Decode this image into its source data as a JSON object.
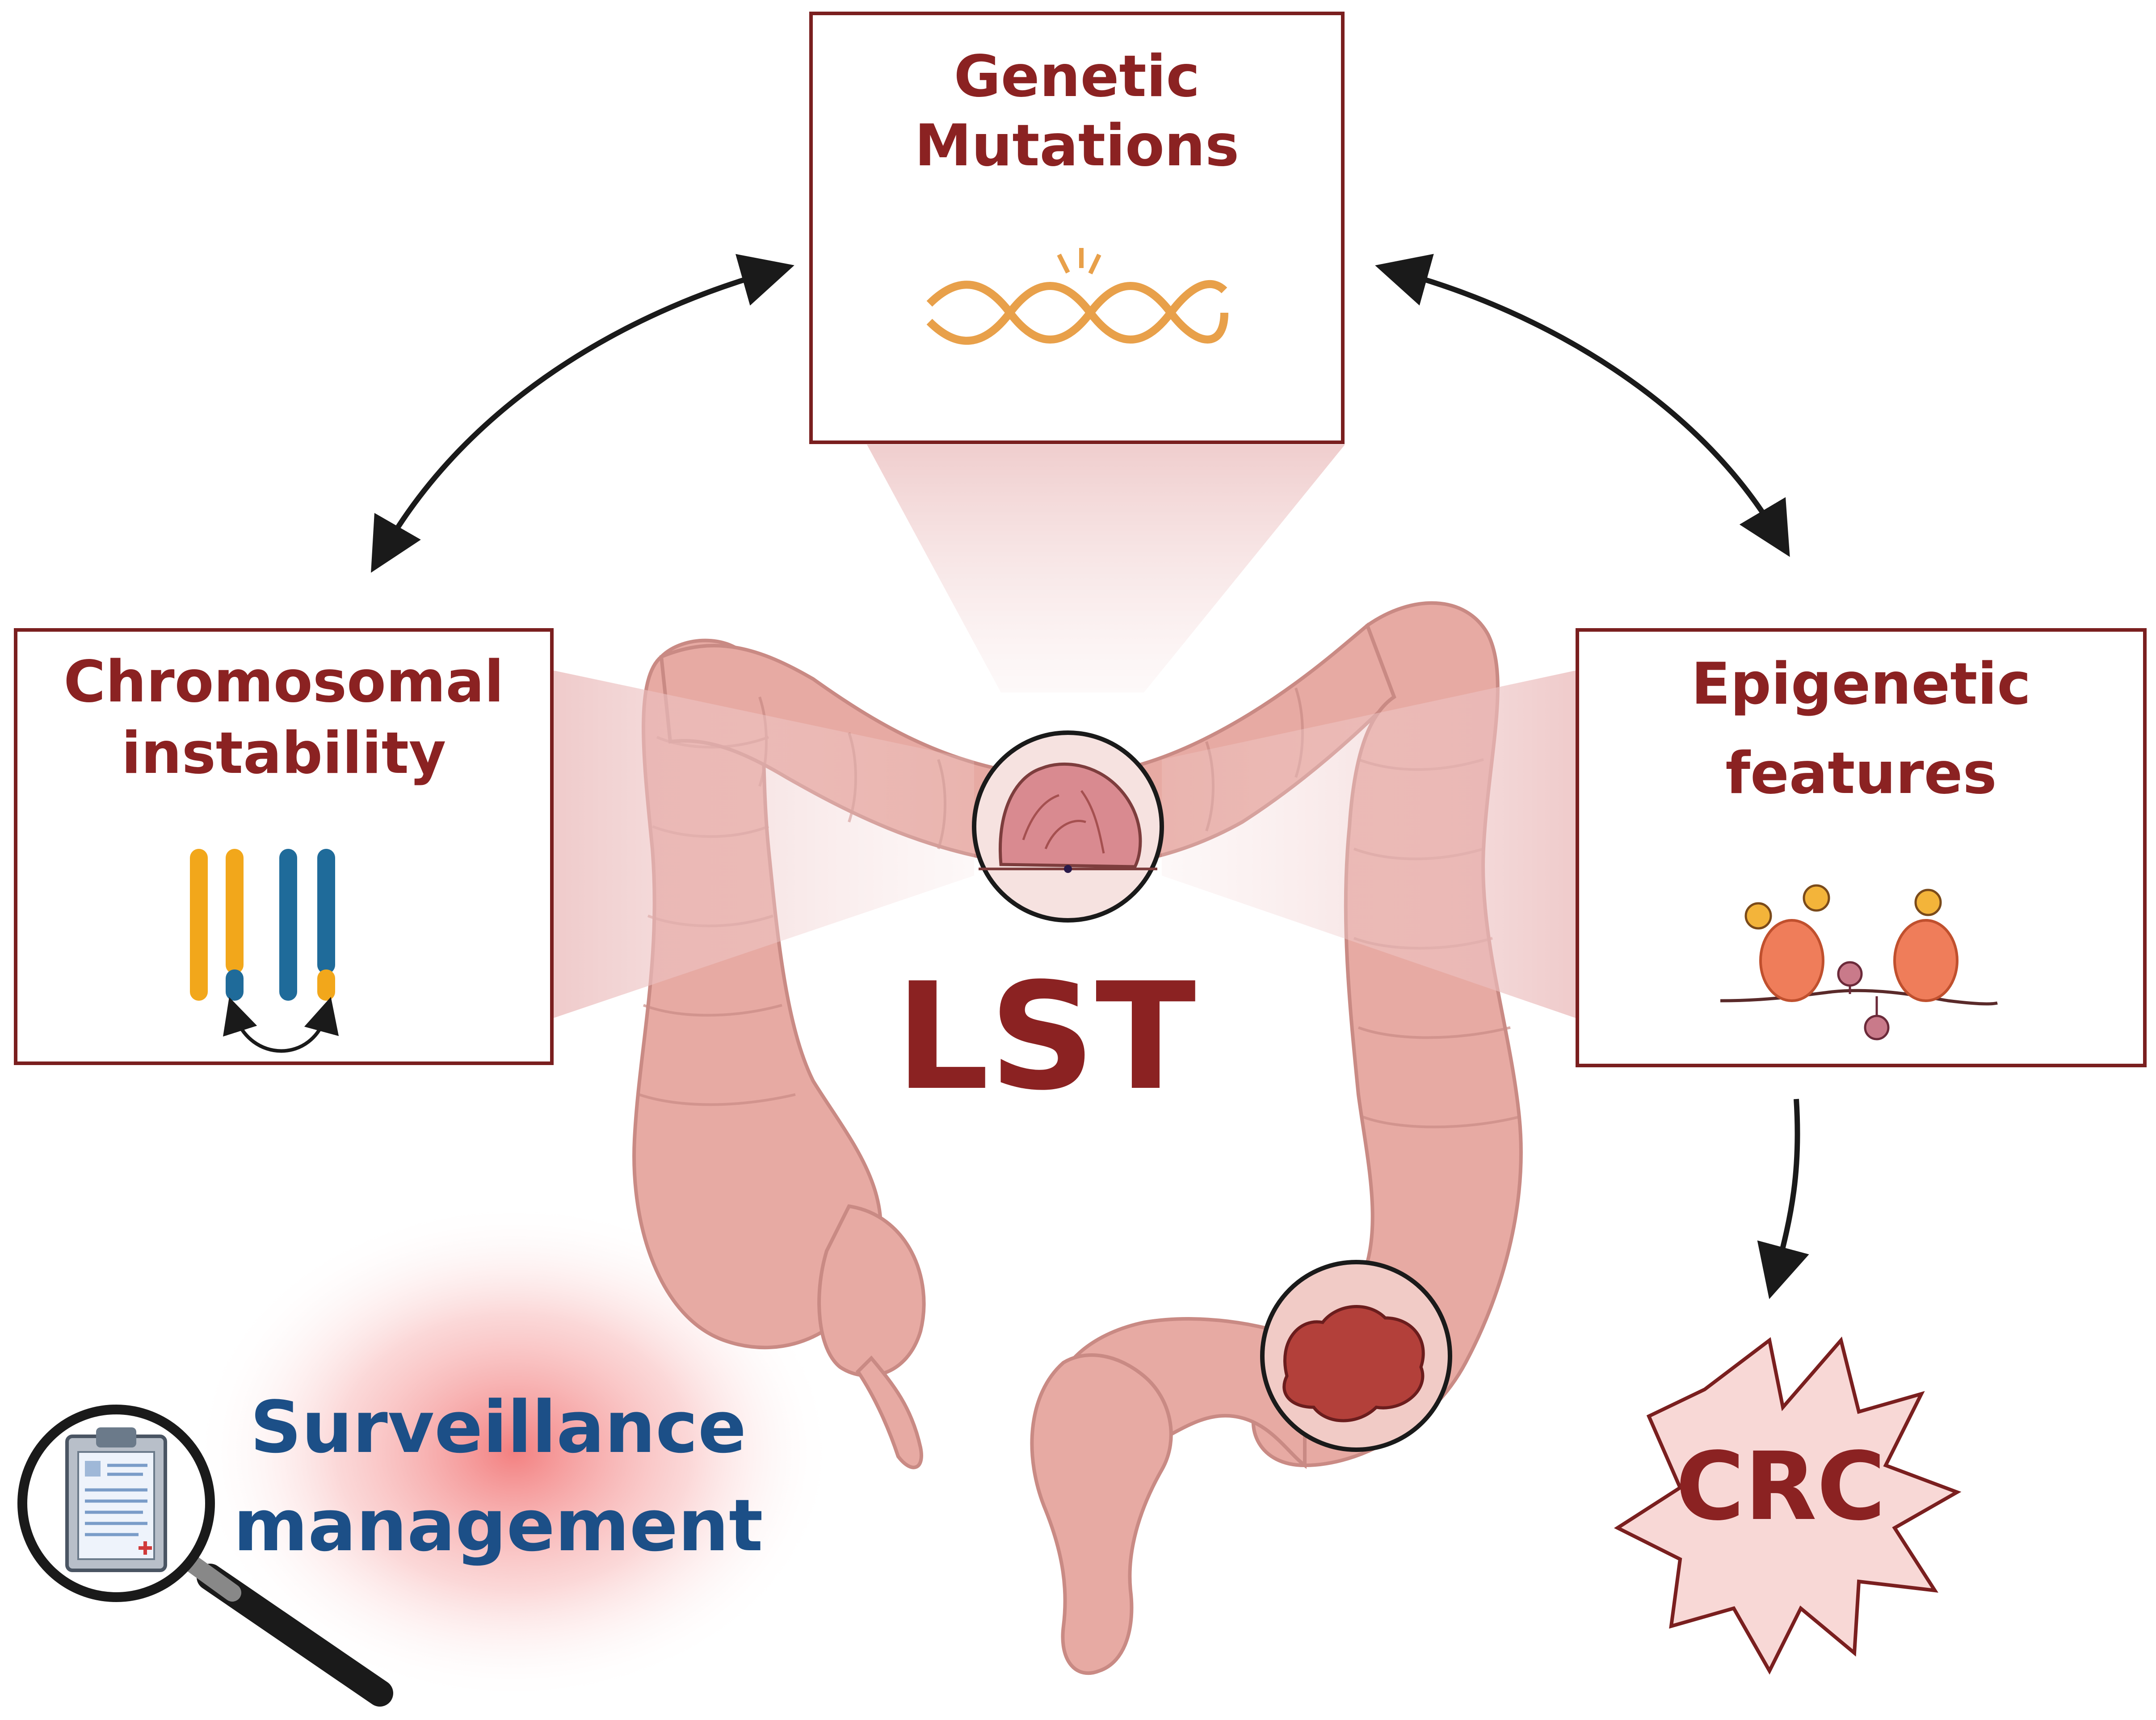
{
  "genetic_box": {
    "title_line1": "Genetic",
    "title_line2": "Mutations"
  },
  "chromosomal_box": {
    "title_line1": "Chromosomal",
    "title_line2": "instability"
  },
  "epigenetic_box": {
    "title_line1": "Epigenetic",
    "title_line2": "features"
  },
  "center": {
    "label": "LST"
  },
  "surveillance": {
    "line1": "Surveillance",
    "line2": "management"
  },
  "outcome": {
    "label": "CRC"
  },
  "icons": [
    "dna-icon",
    "chromosomes-icon",
    "nucleosome-methylation-icon",
    "clipboard-icon",
    "magnifier-icon",
    "polyp-icon",
    "tumor-icon"
  ],
  "colors": {
    "title_red": "#8b2222",
    "blue_text": "#1c4f87",
    "colon_pink": "#e7aaa3",
    "dna_orange": "#e8a04a",
    "chromosome_yellow": "#f2a71b",
    "chromosome_blue": "#1f6b9a"
  }
}
